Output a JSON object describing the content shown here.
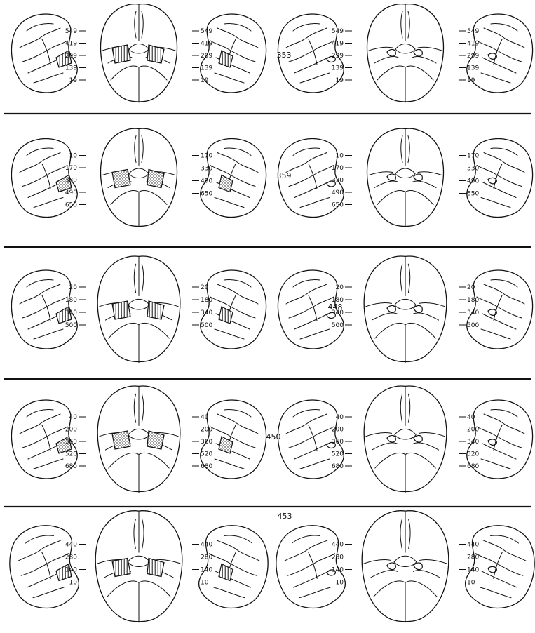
{
  "panels": [
    {
      "case_label": "353",
      "lesion_style": "hatch",
      "sets": [
        {
          "left_labels": [
            "549",
            "419",
            "299",
            "139",
            "19"
          ],
          "right_labels": [
            "549",
            "419",
            "299",
            "139",
            "19"
          ]
        },
        {
          "left_labels": [
            "549",
            "419",
            "299",
            "139",
            "19"
          ],
          "right_labels": [
            "549",
            "419",
            "299",
            "139",
            "19"
          ]
        }
      ]
    },
    {
      "case_label": "359",
      "lesion_style": "dots",
      "sets": [
        {
          "left_labels": [
            "10",
            "170",
            "330",
            "490",
            "650"
          ],
          "right_labels": [
            "170",
            "330",
            "490",
            "650"
          ]
        },
        {
          "left_labels": [
            "10",
            "170",
            "330",
            "490",
            "650"
          ],
          "right_labels": [
            "170",
            "330",
            "490",
            "650"
          ]
        }
      ]
    },
    {
      "case_label": "448",
      "lesion_style": "hatch",
      "sets": [
        {
          "left_labels": [
            "20",
            "180",
            "340",
            "500"
          ],
          "right_labels": [
            "20",
            "180",
            "340",
            "500"
          ]
        },
        {
          "left_labels": [
            "20",
            "180",
            "340",
            "500"
          ],
          "right_labels": [
            "20",
            "180",
            "340",
            "500"
          ]
        }
      ]
    },
    {
      "case_label": "450",
      "lesion_style": "dots",
      "sets": [
        {
          "left_labels": [
            "40",
            "200",
            "360",
            "520",
            "680"
          ],
          "right_labels": [
            "40",
            "200",
            "360",
            "520",
            "680"
          ]
        },
        {
          "left_labels": [
            "40",
            "200",
            "360",
            "520",
            "680"
          ],
          "right_labels": [
            "40",
            "200",
            "340",
            "520",
            "680"
          ]
        }
      ]
    },
    {
      "case_label": "453",
      "lesion_style": "hatch",
      "sets": [
        {
          "left_labels": [
            "440",
            "280",
            "140",
            "10"
          ],
          "right_labels": [
            "440",
            "280",
            "140",
            "10"
          ]
        },
        {
          "left_labels": [
            "440",
            "280",
            "140",
            "10"
          ],
          "right_labels": [
            "440",
            "280",
            "140",
            "10"
          ]
        }
      ]
    }
  ]
}
